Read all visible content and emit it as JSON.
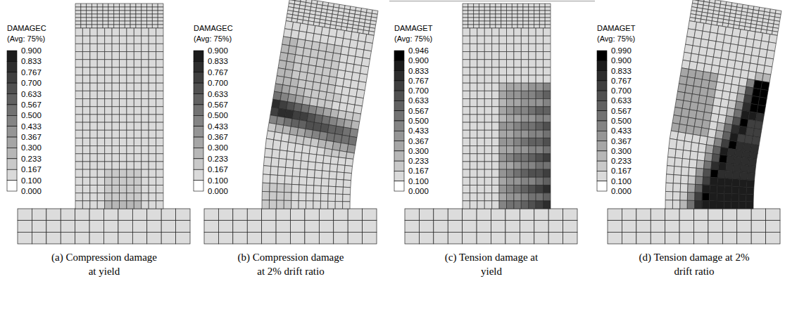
{
  "diagram": {
    "labels": [
      "DAMAGEC",
      "(Avg: 75%)",
      "0.900",
      "0.833",
      "0.767",
      "0.700",
      "0.633",
      "0.567",
      "0.500",
      "0.433",
      "0.367",
      "0.300",
      "0.233",
      "0.167",
      "0.100",
      "0.000",
      "(a) Compression damage at yield",
      "DAMAGEC",
      "(Avg: 75%)",
      "0.900",
      "0.833",
      "0.767",
      "0.700",
      "0.633",
      "0.567",
      "0.500",
      "0.433",
      "0.367",
      "0.300",
      "0.233",
      "0.167",
      "0.100",
      "0.000",
      "(b) Compression damage at 2% drift ratio",
      "DAMAGET",
      "(Avg: 75%)",
      "0.946",
      "0.900",
      "0.833",
      "0.767",
      "0.700",
      "0.633",
      "0.567",
      "0.500",
      "0.433",
      "0.367",
      "0.300",
      "0.233",
      "0.167",
      "0.100",
      "0.000",
      "(c) Tension damage at yield",
      "DAMAGET",
      "(Avg: 75%)",
      "0.990",
      "0.900",
      "0.833",
      "0.767",
      "0.700",
      "0.633",
      "0.567",
      "0.500",
      "0.433",
      "0.367",
      "0.300",
      "0.233",
      "0.167",
      "0.100",
      "0.000",
      "(d) Tension damage at 2% drift ratio"
    ]
  }
}
